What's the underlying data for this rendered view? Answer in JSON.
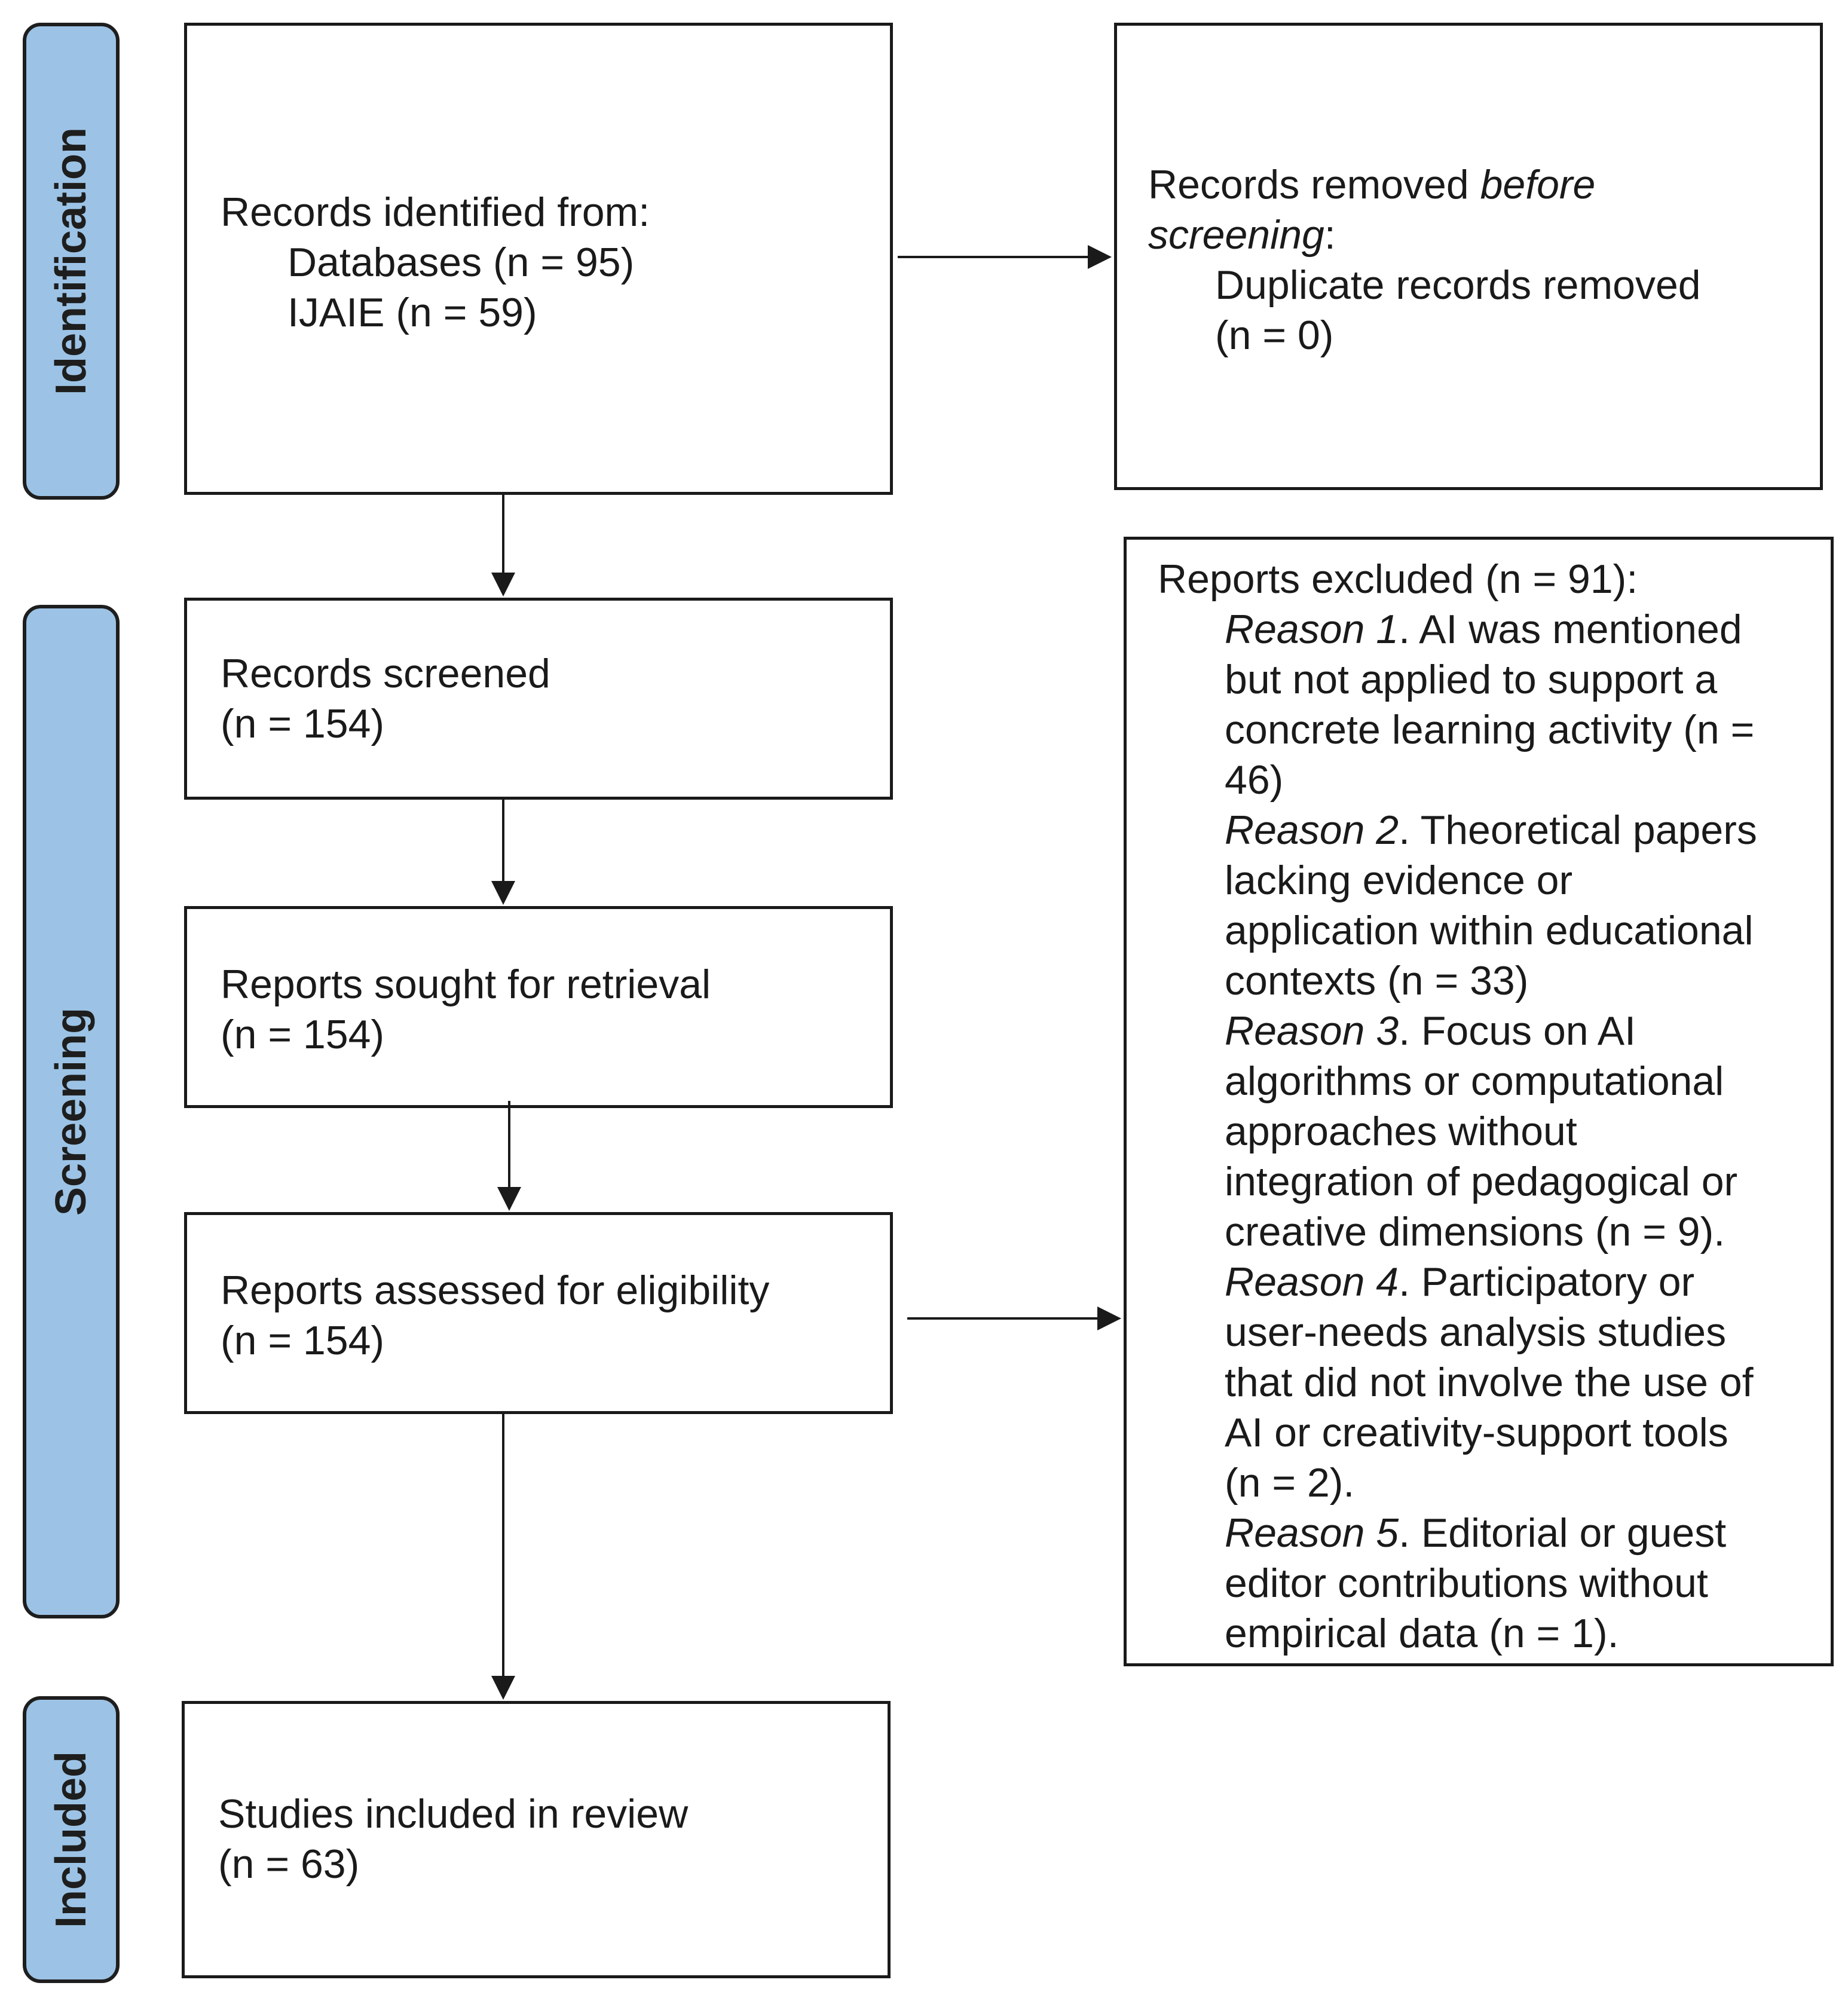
{
  "stages": {
    "identification": "Identification",
    "screening": "Screening",
    "included": "Included"
  },
  "identified": {
    "heading": "Records identified from:",
    "databases": "Databases (n = 95)",
    "ijaie": "IJAIE (n = 59)"
  },
  "removed": {
    "heading_prefix": "Records removed ",
    "heading_italic_1": "before",
    "heading_italic_2": "screening",
    "heading_suffix": ":",
    "line1": "Duplicate records removed",
    "line2": "(n = 0)"
  },
  "screened": {
    "label": "Records screened",
    "count": "(n = 154)"
  },
  "sought": {
    "label": "Reports sought for retrieval",
    "count": "(n = 154)"
  },
  "assessed": {
    "label": "Reports assessed for eligibility",
    "count": "(n = 154)"
  },
  "excluded": {
    "heading": "Reports excluded (n = 91):",
    "reasons": [
      {
        "name": "Reason 1",
        "lines": [
          ". AI was mentioned",
          "but not applied to support a",
          "concrete learning activity (n =",
          "46)"
        ]
      },
      {
        "name": "Reason 2",
        "lines": [
          ". Theoretical papers",
          "lacking evidence or",
          "application within educational",
          "contexts (n = 33)"
        ]
      },
      {
        "name": "Reason 3",
        "lines": [
          ". Focus on AI",
          "algorithms or computational",
          "approaches without",
          "integration of pedagogical or",
          "creative dimensions (n = 9)."
        ]
      },
      {
        "name": "Reason 4",
        "lines": [
          ". Participatory or",
          "user-needs analysis studies",
          "that did not involve the use of",
          "AI or creativity-support tools",
          "(n = 2)."
        ]
      },
      {
        "name": "Reason 5",
        "lines": [
          ". Editorial or guest",
          "editor contributions without",
          "empirical data (n = 1)."
        ]
      }
    ]
  },
  "included_box": {
    "label": "Studies included in review",
    "count": "(n = 63)"
  }
}
